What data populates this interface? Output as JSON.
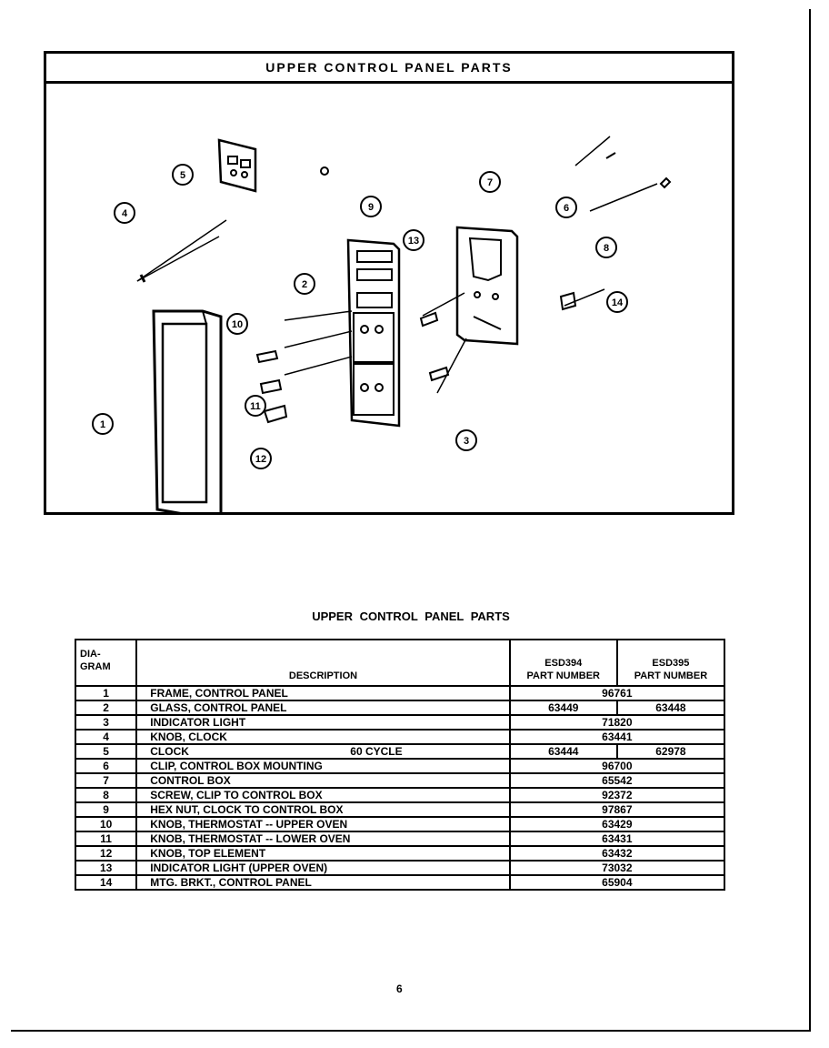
{
  "figure": {
    "title": "UPPER CONTROL PANEL PARTS",
    "callouts": [
      "1",
      "2",
      "3",
      "4",
      "5",
      "6",
      "7",
      "8",
      "9",
      "10",
      "11",
      "12",
      "13",
      "14"
    ]
  },
  "table": {
    "title": "UPPER CONTROL PANEL   PARTS",
    "headers": {
      "diagram_line1": "DIA-",
      "diagram_line2": "GRAM",
      "description": "DESCRIPTION",
      "col1_model": "ESD394",
      "col1_label": "PART NUMBER",
      "col2_model": "ESD395",
      "col2_label": "PART NUMBER"
    },
    "rows": [
      {
        "num": "1",
        "desc": "FRAME, CONTROL PANEL",
        "note": "",
        "pn": "96761",
        "pn1": "",
        "pn2": ""
      },
      {
        "num": "2",
        "desc": "GLASS, CONTROL PANEL",
        "note": "",
        "pn": "",
        "pn1": "63449",
        "pn2": "63448"
      },
      {
        "num": "3",
        "desc": "INDICATOR LIGHT",
        "note": "",
        "pn": "71820",
        "pn1": "",
        "pn2": ""
      },
      {
        "num": "4",
        "desc": "KNOB, CLOCK",
        "note": "",
        "pn": "63441",
        "pn1": "",
        "pn2": ""
      },
      {
        "num": "5",
        "desc": "CLOCK",
        "note": "60 CYCLE",
        "pn": "",
        "pn1": "63444",
        "pn2": "62978"
      },
      {
        "num": "6",
        "desc": "CLIP, CONTROL BOX MOUNTING",
        "note": "",
        "pn": "96700",
        "pn1": "",
        "pn2": ""
      },
      {
        "num": "7",
        "desc": "CONTROL BOX",
        "note": "",
        "pn": "65542",
        "pn1": "",
        "pn2": ""
      },
      {
        "num": "8",
        "desc": "SCREW, CLIP TO CONTROL BOX",
        "note": "",
        "pn": "92372",
        "pn1": "",
        "pn2": ""
      },
      {
        "num": "9",
        "desc": "HEX NUT, CLOCK TO CONTROL BOX",
        "note": "",
        "pn": "97867",
        "pn1": "",
        "pn2": ""
      },
      {
        "num": "10",
        "desc": "KNOB, THERMOSTAT -- UPPER OVEN",
        "note": "",
        "pn": "63429",
        "pn1": "",
        "pn2": ""
      },
      {
        "num": "11",
        "desc": "KNOB, THERMOSTAT -- LOWER OVEN",
        "note": "",
        "pn": "63431",
        "pn1": "",
        "pn2": ""
      },
      {
        "num": "12",
        "desc": "KNOB, TOP ELEMENT",
        "note": "",
        "pn": "63432",
        "pn1": "",
        "pn2": ""
      },
      {
        "num": "13",
        "desc": "INDICATOR LIGHT (UPPER OVEN)",
        "note": "",
        "pn": "73032",
        "pn1": "",
        "pn2": ""
      },
      {
        "num": "14",
        "desc": "MTG. BRKT., CONTROL PANEL",
        "note": "",
        "pn": "65904",
        "pn1": "",
        "pn2": ""
      }
    ]
  },
  "page_number": "6"
}
